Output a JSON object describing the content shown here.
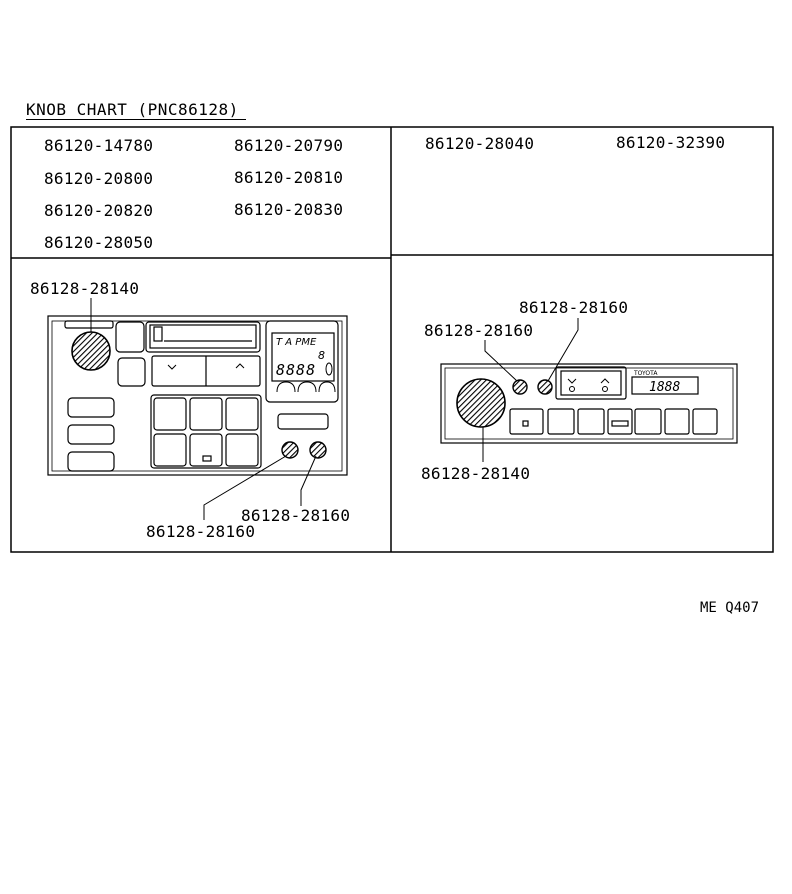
{
  "title": "KNOB  CHART (PNC86128)",
  "part_lists": {
    "left_col1": [
      "86120-14780",
      "86120-20800",
      "86120-20820",
      "86120-28050"
    ],
    "left_col2": [
      "86120-20790",
      "86120-20810",
      "86120-20830"
    ],
    "right_col1": [
      "86120-28040"
    ],
    "right_col2": [
      "86120-32390"
    ]
  },
  "callouts": {
    "left_top": "86128-28140",
    "left_bottom_1": "86128-28160",
    "left_bottom_2": "86128-28160",
    "right_top_1": "86128-28160",
    "right_top_2": "86128-28160",
    "right_bottom": "86128-28140"
  },
  "radio_left": {
    "display_top": "T A  PME",
    "display_digit": "8",
    "display_main": "8888"
  },
  "radio_right": {
    "brand": "TOYOTA",
    "display_main": "1888"
  },
  "footer_code": "ME  Q407"
}
